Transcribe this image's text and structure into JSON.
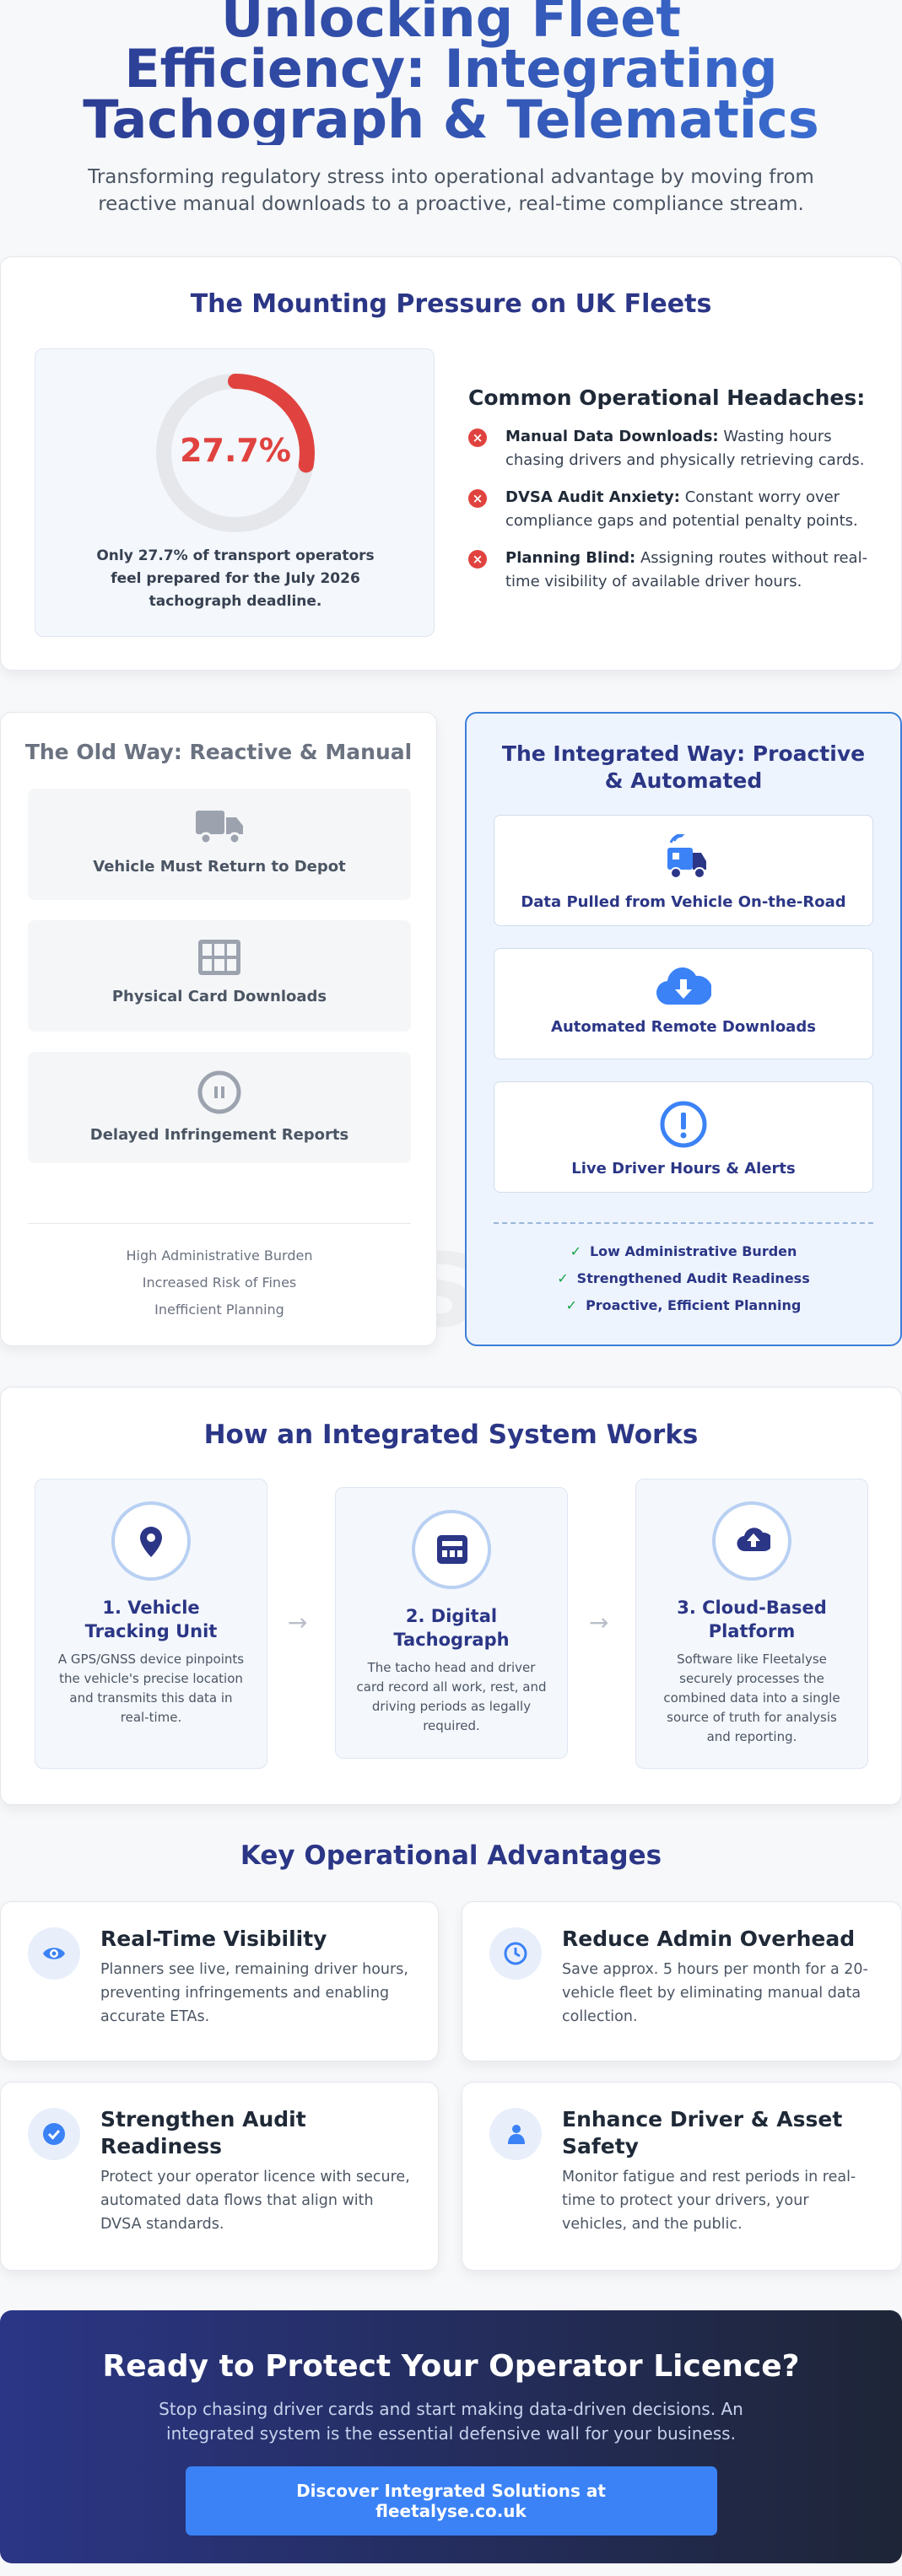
{
  "hero": {
    "title": "Unlocking Fleet Efficiency: Integrating Tachograph & Telematics",
    "subtitle": "Transforming regulatory stress into operational advantage by moving from reactive manual downloads to a proactive, real-time compliance stream."
  },
  "pressure": {
    "heading": "The Mounting Pressure on UK Fleets",
    "stat_value": "27.7%",
    "stat_fraction": 0.277,
    "stat_caption": "Only 27.7% of transport operators feel prepared for the July 2026 tachograph deadline.",
    "headaches_title": "Common Operational Headaches:",
    "headaches": [
      {
        "title": "Manual Data Downloads:",
        "text": " Wasting hours chasing drivers and physically retrieving cards."
      },
      {
        "title": "DVSA Audit Anxiety:",
        "text": " Constant worry over compliance gaps and potential penalty points."
      },
      {
        "title": "Planning Blind:",
        "text": " Assigning routes without real-time visibility of available driver hours."
      }
    ]
  },
  "old_way": {
    "heading": "The Old Way: Reactive & Manual",
    "steps": [
      {
        "label": "Vehicle Must Return to Depot",
        "icon": "truck-icon"
      },
      {
        "label": "Physical Card Downloads",
        "icon": "grid-icon"
      },
      {
        "label": "Delayed Infringement Reports",
        "icon": "pause-icon"
      }
    ],
    "outcomes": [
      "High Administrative Burden",
      "Increased Risk of Fines",
      "Inefficient Planning"
    ]
  },
  "new_way": {
    "heading": "The Integrated Way: Proactive & Automated",
    "steps": [
      {
        "label": "Data Pulled from Vehicle On-the-Road",
        "icon": "truck-signal-icon"
      },
      {
        "label": "Automated Remote Downloads",
        "icon": "cloud-download-icon"
      },
      {
        "label": "Live Driver Hours & Alerts",
        "icon": "alert-icon"
      }
    ],
    "check": "✓",
    "outcomes": [
      "Low Administrative Burden",
      "Strengthened Audit Readiness",
      "Proactive, Efficient Planning"
    ]
  },
  "how": {
    "heading": "How an Integrated System Works",
    "arrow": "→",
    "steps": [
      {
        "title": "1. Vehicle Tracking Unit",
        "desc": "A GPS/GNSS device pinpoints the vehicle's precise location and transmits this data in real-time.",
        "icon": "location-pin-icon"
      },
      {
        "title": "2. Digital Tachograph",
        "desc": "The tacho head and driver card record all work, rest, and driving periods as legally required.",
        "icon": "tachograph-icon"
      },
      {
        "title": "3. Cloud-Based Platform",
        "desc": "Software like Fleetalyse securely processes the combined data into a single source of truth for analysis and reporting.",
        "icon": "cloud-upload-icon"
      }
    ]
  },
  "advantages": {
    "heading": "Key Operational Advantages",
    "items": [
      {
        "title": "Real-Time Visibility",
        "desc": "Planners see live, remaining driver hours, preventing infringements and enabling accurate ETAs.",
        "icon": "eye-icon"
      },
      {
        "title": "Reduce Admin Overhead",
        "desc": "Save approx. 5 hours per month for a 20-vehicle fleet by eliminating manual data collection.",
        "icon": "clock-icon"
      },
      {
        "title": "Strengthen Audit Readiness",
        "desc": "Protect your operator licence with secure, automated data flows that align with DVSA standards.",
        "icon": "check-badge-icon"
      },
      {
        "title": "Enhance Driver & Asset Safety",
        "desc": "Monitor fatigue and rest periods in real-time to protect your drivers, your vehicles, and the public.",
        "icon": "driver-icon"
      }
    ]
  },
  "cta": {
    "heading": "Ready to Protect Your Operator Licence?",
    "text": "Stop chasing driver cards and start making data-driven decisions. An integrated system is the essential defensive wall for your business.",
    "button": "Discover Integrated Solutions at fleetalyse.co.uk"
  },
  "colors": {
    "primary": "#2b3686",
    "accent": "#3b82f6",
    "danger": "#e0433f",
    "success": "#16a34a"
  }
}
